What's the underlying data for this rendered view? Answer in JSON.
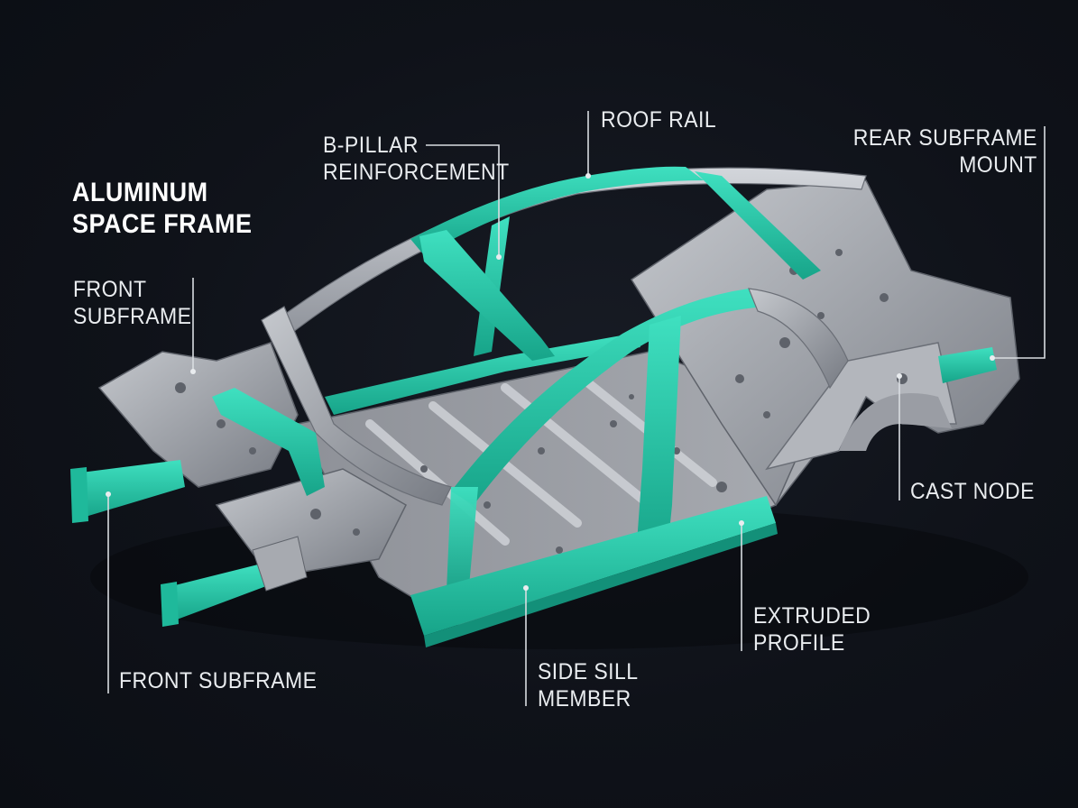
{
  "title": "ALUMINUM\nSPACE FRAME",
  "labels": {
    "front_subframe_top": "FRONT\nSUBFRAME",
    "b_pillar": "B-PILLAR\nREINFORCEMENT",
    "roof_rail": "ROOF RAIL",
    "rear_subframe_mount": "REAR SUBFRAME\nMOUNT",
    "cast_node": "CAST NODE",
    "extruded_profile": "EXTRUDED\nPROFILE",
    "side_sill_member": "SIDE SILL\nMEMBER",
    "front_subframe_bottom": "FRONT SUBFRAME"
  },
  "colors": {
    "background": "#0e1118",
    "aluminum": "#b9bcc2",
    "aluminum_dark": "#7d8189",
    "highlight": "#2ed3b3",
    "highlight_dark": "#1a9c84",
    "label_text": "#e9ecef"
  }
}
